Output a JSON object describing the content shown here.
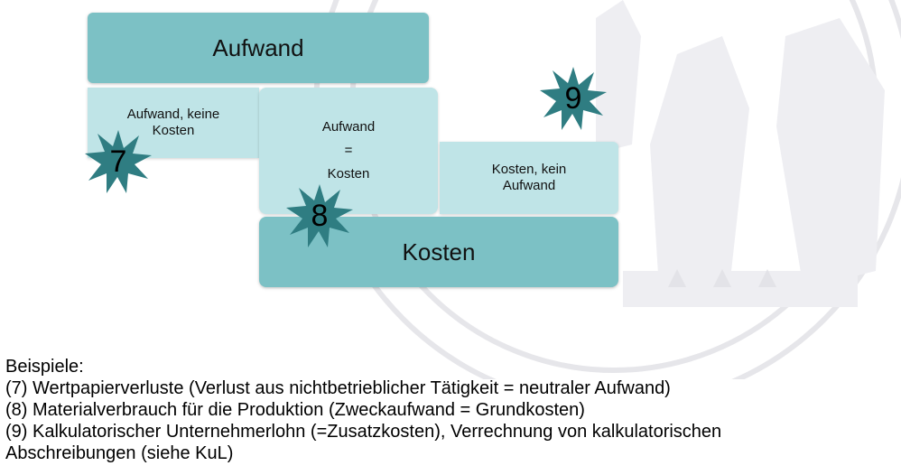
{
  "diagram": {
    "aufwand": "Aufwand",
    "aufwand_keine_kosten": "Aufwand, keine Kosten",
    "center_top": "Aufwand",
    "center_eq": "=",
    "center_bottom": "Kosten",
    "kosten_kein_aufwand": "Kosten, kein Aufwand",
    "kosten": "Kosten",
    "markers": {
      "m7": "7",
      "m8": "8",
      "m9": "9"
    },
    "colors": {
      "dark": "#7cc1c5",
      "light": "#bfe4e7",
      "star": "#2f7d82"
    }
  },
  "examples": {
    "heading": "Beispiele:",
    "lines": [
      "(7) Wertpapierverluste (Verlust aus nichtbetrieblicher Tätigkeit = neutraler Aufwand)",
      "(8) Materialverbrauch für die Produktion (Zweckaufwand = Grundkosten)",
      "(9) Kalkulatorischer Unternehmerlohn (=Zusatzkosten), Verrechnung von kalkulatorischen",
      "Abschreibungen (siehe KuL)"
    ]
  }
}
